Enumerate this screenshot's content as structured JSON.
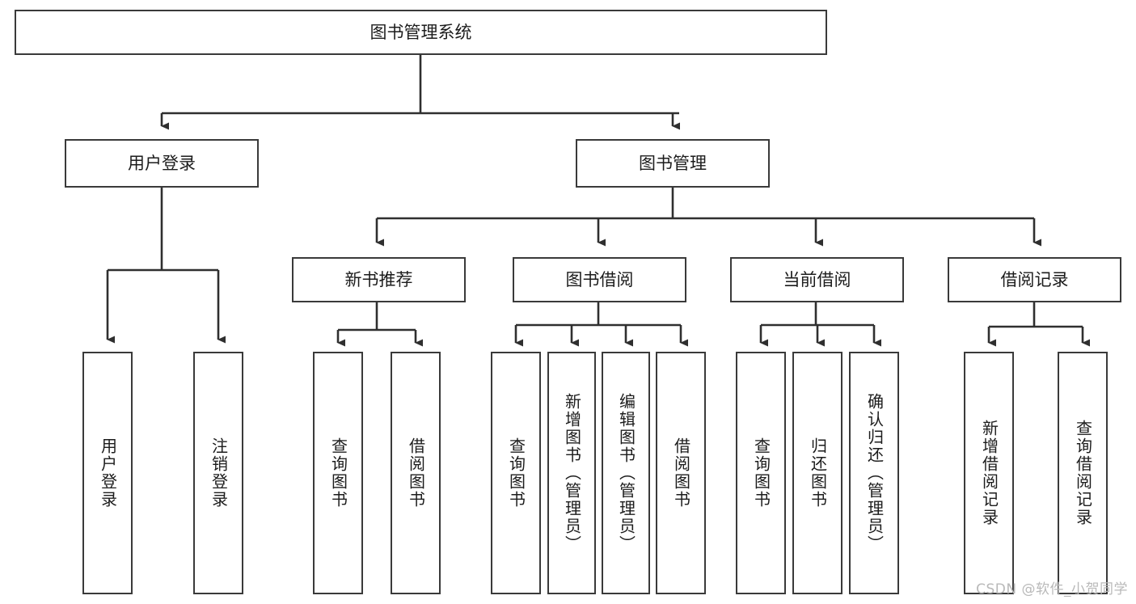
{
  "diagram": {
    "title": "图书管理系统",
    "type": "tree-hierarchy",
    "watermark": "CSDN @软件_小贺同学",
    "colors": {
      "background": "#ffffff",
      "box_fill": "#ffffff",
      "box_stroke": "#3a3a3a",
      "text": "#1c1c1c",
      "watermark": "#b9b9b9"
    },
    "nodes": {
      "root": {
        "label": "图书管理系统"
      },
      "level1": [
        {
          "label": "用户登录"
        },
        {
          "label": "图书管理"
        }
      ],
      "level2": [
        {
          "label": "新书推荐"
        },
        {
          "label": "图书借阅"
        },
        {
          "label": "当前借阅"
        },
        {
          "label": "借阅记录"
        }
      ],
      "leaves": [
        {
          "label": "用户登录"
        },
        {
          "label": "注销登录"
        },
        {
          "label": "查询图书"
        },
        {
          "label": "借阅图书"
        },
        {
          "label": "查询图书"
        },
        {
          "label": "新增图书（管理员）"
        },
        {
          "label": "编辑图书（管理员）"
        },
        {
          "label": "借阅图书"
        },
        {
          "label": "查询图书"
        },
        {
          "label": "归还图书"
        },
        {
          "label": "确认归还（管理员）"
        },
        {
          "label": "新增借阅记录"
        },
        {
          "label": "查询借阅记录"
        }
      ]
    }
  }
}
